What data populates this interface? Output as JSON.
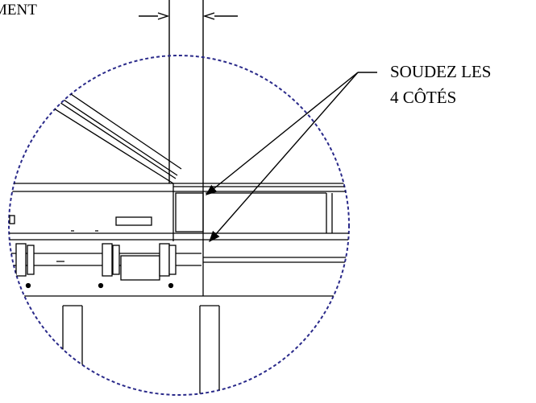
{
  "drawing": {
    "partial_label": "MENT",
    "callout": {
      "line1": "SOUDEZ LES",
      "line2": "4 CÔTÉS"
    },
    "colors": {
      "line": "#000000",
      "detail_circle": "#2a2a8a",
      "background": "#ffffff"
    }
  }
}
